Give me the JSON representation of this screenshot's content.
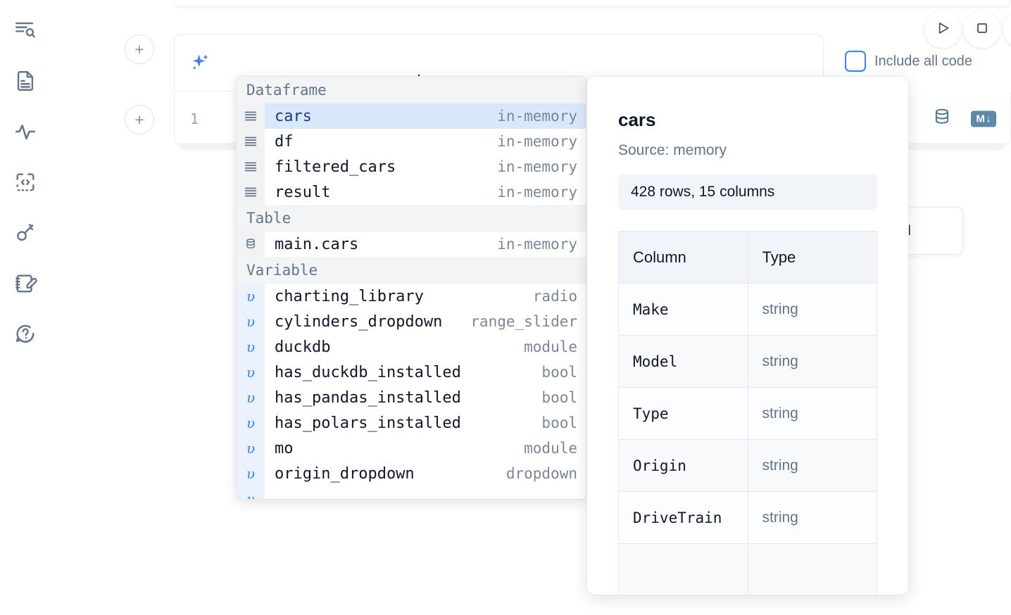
{
  "sidebar": {
    "items": [
      {
        "icon": "outline-search-icon",
        "name": "sidebar-item-outline"
      },
      {
        "icon": "file-text-icon",
        "name": "sidebar-item-files"
      },
      {
        "icon": "activity-pulse-icon",
        "name": "sidebar-item-variables"
      },
      {
        "icon": "code-brackets-icon",
        "name": "sidebar-item-snippets"
      },
      {
        "icon": "key-icon",
        "name": "sidebar-item-secrets"
      },
      {
        "icon": "notebook-pencil-icon",
        "name": "sidebar-item-scratchpad"
      },
      {
        "icon": "question-chat-icon",
        "name": "sidebar-item-help"
      }
    ]
  },
  "toolbar": {
    "run_label": "▷",
    "stop_label": "□",
    "run_name": "run-button",
    "stop_name": "stop-button",
    "more_name": "more-button"
  },
  "ai_prompt": {
    "add_cell_label": "+",
    "sparkle_icon": "ai-sparkle-icon",
    "value": "@",
    "include_all_code_label": "Include all code",
    "include_all_code_checked": false
  },
  "code_cell": {
    "line_number": "1",
    "database_icon": "database-icon",
    "markdown_badge": "M",
    "markdown_badge_arrow": "↓"
  },
  "ai_chip": {
    "label": "AI"
  },
  "autocomplete": {
    "groups": [
      {
        "label": "Dataframe",
        "icon": "dataframe-rows-icon",
        "gutter_style": "plain",
        "items": [
          {
            "name": "cars",
            "type": "in-memory",
            "selected": true
          },
          {
            "name": "df",
            "type": "in-memory",
            "selected": false
          },
          {
            "name": "filtered_cars",
            "type": "in-memory",
            "selected": false
          },
          {
            "name": "result",
            "type": "in-memory",
            "selected": false
          }
        ]
      },
      {
        "label": "Table",
        "icon": "database-icon",
        "gutter_style": "plain",
        "items": [
          {
            "name": "main.cars",
            "type": "in-memory",
            "selected": false
          }
        ]
      },
      {
        "label": "Variable",
        "icon": "variable-icon",
        "gutter_style": "var",
        "items": [
          {
            "name": "charting_library",
            "type": "radio",
            "selected": false
          },
          {
            "name": "cylinders_dropdown",
            "type": "range_slider",
            "selected": false
          },
          {
            "name": "duckdb",
            "type": "module",
            "selected": false
          },
          {
            "name": "has_duckdb_installed",
            "type": "bool",
            "selected": false
          },
          {
            "name": "has_pandas_installed",
            "type": "bool",
            "selected": false
          },
          {
            "name": "has_polars_installed",
            "type": "bool",
            "selected": false
          },
          {
            "name": "mo",
            "type": "module",
            "selected": false
          },
          {
            "name": "origin_dropdown",
            "type": "dropdown",
            "selected": false
          },
          {
            "name": "",
            "type": "",
            "selected": false
          }
        ]
      }
    ]
  },
  "docs_panel": {
    "title": "cars",
    "source": "Source: memory",
    "shape": "428 rows, 15 columns",
    "table": {
      "headers": [
        "Column",
        "Type"
      ],
      "rows": [
        [
          "Make",
          "string"
        ],
        [
          "Model",
          "string"
        ],
        [
          "Type",
          "string"
        ],
        [
          "Origin",
          "string"
        ],
        [
          "DriveTrain",
          "string"
        ],
        [
          "",
          ""
        ]
      ]
    }
  }
}
